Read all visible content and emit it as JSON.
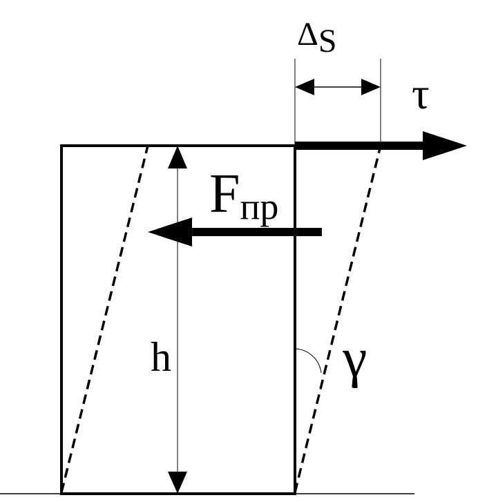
{
  "labels": {
    "delta_symbol": "Δ",
    "delta_subscript": "S",
    "tau": "τ",
    "force_main": "F",
    "force_subscript": "пр",
    "height": "h",
    "gamma": "γ"
  },
  "colors": {
    "ink": "#000000",
    "background": "#ffffff"
  }
}
